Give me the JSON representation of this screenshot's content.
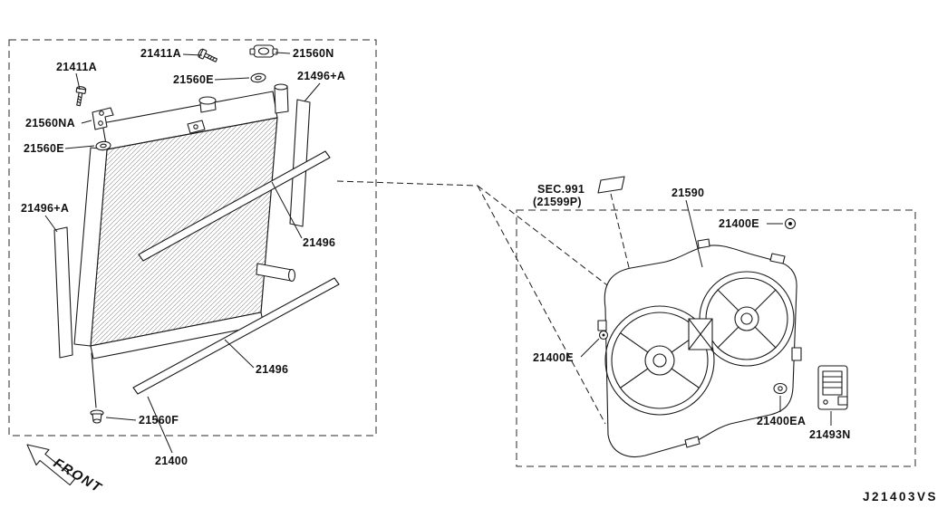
{
  "radiator": {
    "labels": {
      "bolt_left": "21411A",
      "bolt_top": "21411A",
      "cap": "21560N",
      "grommet_top": "21560E",
      "seal_right": "21496+A",
      "bracket": "21560NA",
      "grommet_left": "21560E",
      "seal_left": "21496+A",
      "seal_upper": "21496",
      "seal_lower": "21496",
      "drain_plug": "21560F",
      "assembly": "21400"
    }
  },
  "fan": {
    "labels": {
      "sec_ref": "SEC.991",
      "sec_ref_part": "(21599P)",
      "shroud": "21590",
      "clip_top": "21400E",
      "clip_left": "21400E",
      "mount": "21400EA",
      "module": "21493N"
    }
  },
  "footer": {
    "front": "FRONT",
    "code": "J21403VS"
  },
  "colors": {
    "line": "#1a1a1a",
    "background": "#ffffff"
  }
}
